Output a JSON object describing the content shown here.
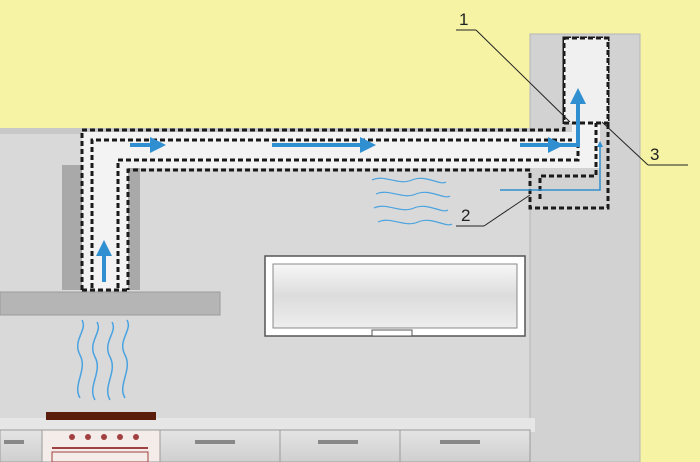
{
  "callouts": [
    {
      "id": "1",
      "label": "1"
    },
    {
      "id": "2",
      "label": "2"
    },
    {
      "id": "3",
      "label": "3"
    }
  ],
  "colors": {
    "background": "#f6f3a4",
    "wall": "#d9d9d9",
    "wall_edge": "#bdbdbd",
    "duct_fill": "#f4f4f4",
    "duct_outline": "#1a1a1a",
    "airflow_arrow": "#2f8fd0",
    "heat_lines": "#4aa3e0",
    "cabinet": "#c7c7c7",
    "stove_top": "#5a1d0c"
  },
  "icons": {
    "airflow": "arrow-icon",
    "heat": "wavy-heat-lines-icon",
    "hood": "range-hood-icon",
    "stove": "stove-icon",
    "window": "window-icon"
  }
}
